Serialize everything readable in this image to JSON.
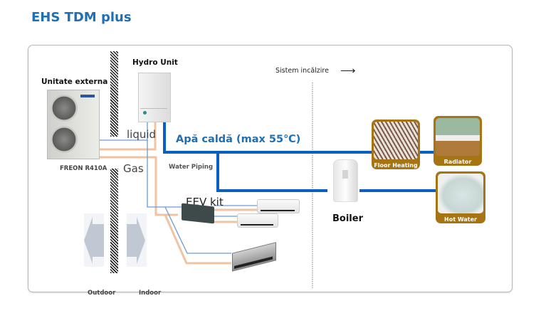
{
  "header": {
    "title": "EHS TDM plus"
  },
  "labels": {
    "outdoor_unit": "Unitate externa",
    "refrigerant": "FREON R410A",
    "hydro_unit": "Hydro Unit",
    "liquid": "liquid",
    "gas": "Gas",
    "hot_water_line": "Apă caldă (max 55℃)",
    "water_piping": "Water Piping",
    "eev_kit": "EEV kit",
    "heating_system": "Sistem incălzire",
    "heating_arrow": "⟶",
    "boiler": "Boiler",
    "outdoor": "Outdoor",
    "indoor": "Indoor"
  },
  "cards": [
    {
      "caption": "Floor Heating",
      "icon": "floor-heating-photo"
    },
    {
      "caption": "Radiator",
      "icon": "radiator-photo"
    },
    {
      "caption": "Hot Water",
      "icon": "bathtub-photo"
    }
  ],
  "colors": {
    "title": "#1f6fb5",
    "water_pipe": "#0a5fc4",
    "liquid_pipe": "#6a9bd1",
    "gas_pipe": "#f2c3a0",
    "card_frame": "#a77414",
    "flow_arrow": "#9aa6b6"
  }
}
